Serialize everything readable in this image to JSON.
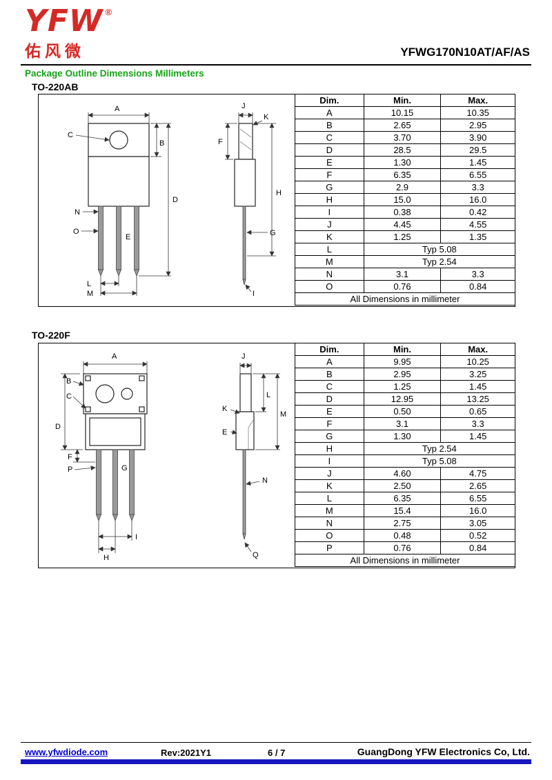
{
  "colors": {
    "green": "#17a317",
    "blue": "#1717bf",
    "red": "#d42a26",
    "link": "#0000d0"
  },
  "header": {
    "logo_text": "YFW",
    "logo_reg": "®",
    "logo_cn": "佑风微",
    "part_number": "YFWG170N10AT/AF/AS",
    "section_title": "Package Outline Dimensions Millimeters"
  },
  "to220ab": {
    "title": "TO-220AB",
    "front_labels": [
      "A",
      "C",
      "B",
      "D",
      "N",
      "O",
      "E",
      "L",
      "M"
    ],
    "side_labels": [
      "J",
      "K",
      "F",
      "H",
      "G",
      "I"
    ],
    "table": {
      "headers": [
        "Dim.",
        "Min.",
        "Max."
      ],
      "rows": [
        [
          "A",
          "10.15",
          "10.35"
        ],
        [
          "B",
          "2.65",
          "2.95"
        ],
        [
          "C",
          "3.70",
          "3.90"
        ],
        [
          "D",
          "28.5",
          "29.5"
        ],
        [
          "E",
          "1.30",
          "1.45"
        ],
        [
          "F",
          "6.35",
          "6.55"
        ],
        [
          "G",
          "2.9",
          "3.3"
        ],
        [
          "H",
          "15.0",
          "16.0"
        ],
        [
          "I",
          "0.38",
          "0.42"
        ],
        [
          "J",
          "4.45",
          "4.55"
        ],
        [
          "K",
          "1.25",
          "1.35"
        ],
        [
          "L",
          "Typ 5.08"
        ],
        [
          "M",
          "Typ 2.54"
        ],
        [
          "N",
          "3.1",
          "3.3"
        ],
        [
          "O",
          "0.76",
          "0.84"
        ]
      ],
      "footer": "All Dimensions in millimeter"
    }
  },
  "to220f": {
    "title": "TO-220F",
    "front_labels": [
      "A",
      "B",
      "C",
      "D",
      "F",
      "P",
      "G",
      "I",
      "H"
    ],
    "side_labels": [
      "J",
      "K",
      "E",
      "L",
      "M",
      "N",
      "Q"
    ],
    "table": {
      "headers": [
        "Dim.",
        "Min.",
        "Max."
      ],
      "rows": [
        [
          "A",
          "9.95",
          "10.25"
        ],
        [
          "B",
          "2.95",
          "3.25"
        ],
        [
          "C",
          "1.25",
          "1.45"
        ],
        [
          "D",
          "12.95",
          "13.25"
        ],
        [
          "E",
          "0.50",
          "0.65"
        ],
        [
          "F",
          "3.1",
          "3.3"
        ],
        [
          "G",
          "1.30",
          "1.45"
        ],
        [
          "H",
          "Typ 2.54"
        ],
        [
          "I",
          "Typ 5.08"
        ],
        [
          "J",
          "4.60",
          "4.75"
        ],
        [
          "K",
          "2.50",
          "2.65"
        ],
        [
          "L",
          "6.35",
          "6.55"
        ],
        [
          "M",
          "15.4",
          "16.0"
        ],
        [
          "N",
          "2.75",
          "3.05"
        ],
        [
          "O",
          "0.48",
          "0.52"
        ],
        [
          "P",
          "0.76",
          "0.84"
        ]
      ],
      "footer": "All Dimensions in millimeter"
    }
  },
  "footer": {
    "website": "www.yfwdiode.com",
    "rev": "Rev:2021Y1",
    "page": "6 / 7",
    "company": "GuangDong YFW Electronics Co, Ltd."
  }
}
